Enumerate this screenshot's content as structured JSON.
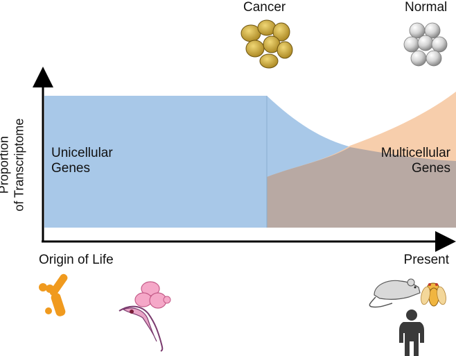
{
  "figure": {
    "y_axis_label_line1": "Proportion",
    "y_axis_label_line2": "of Transcriptome",
    "x_start_label": "Origin of Life",
    "x_end_label": "Present",
    "top_labels": {
      "cancer": "Cancer",
      "normal": "Normal"
    },
    "regions": {
      "unicellular_line1": "Unicellular",
      "unicellular_line2": "Genes",
      "multicellular_line1": "Multicellular",
      "multicellular_line2": "Genes"
    },
    "colors": {
      "unicellular": "#a8c8e8",
      "multicellular": "#f7cba8",
      "overlap": "#b8a9a3",
      "axis": "#000000",
      "cancer_cell": "#c9a53a",
      "normal_cell": "#cfcfcf"
    },
    "organism_icons": [
      "bacteria-icon",
      "yeast-icon",
      "protist-icon",
      "mouse-icon",
      "fly-icon",
      "human-icon"
    ]
  }
}
